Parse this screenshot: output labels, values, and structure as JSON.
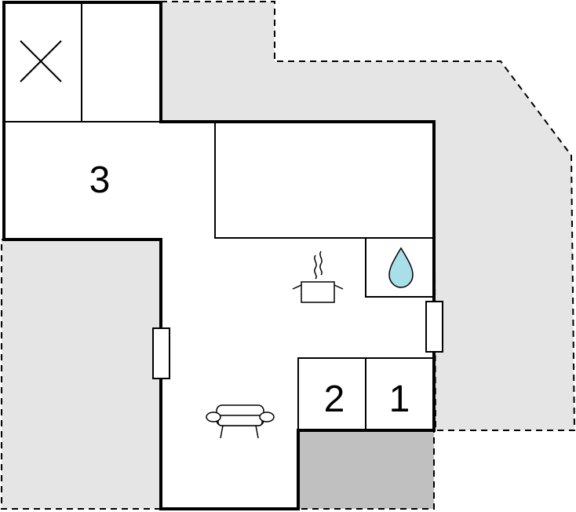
{
  "floor_plan": {
    "room_labels": {
      "bedroom_left": "3",
      "bedroom_middle": "2",
      "bedroom_right": "1"
    },
    "icons": {
      "crossed_cell": "x-cross-icon",
      "water": "water-drop-icon",
      "kitchen": "cooking-pot-icon",
      "living": "sofa-icon"
    },
    "colors": {
      "wall": "#000000",
      "outdoor_area": "#e5e5e5",
      "covered_area": "#c0c0c0",
      "water_drop": "#a8dfe8",
      "background": "#ffffff"
    }
  }
}
